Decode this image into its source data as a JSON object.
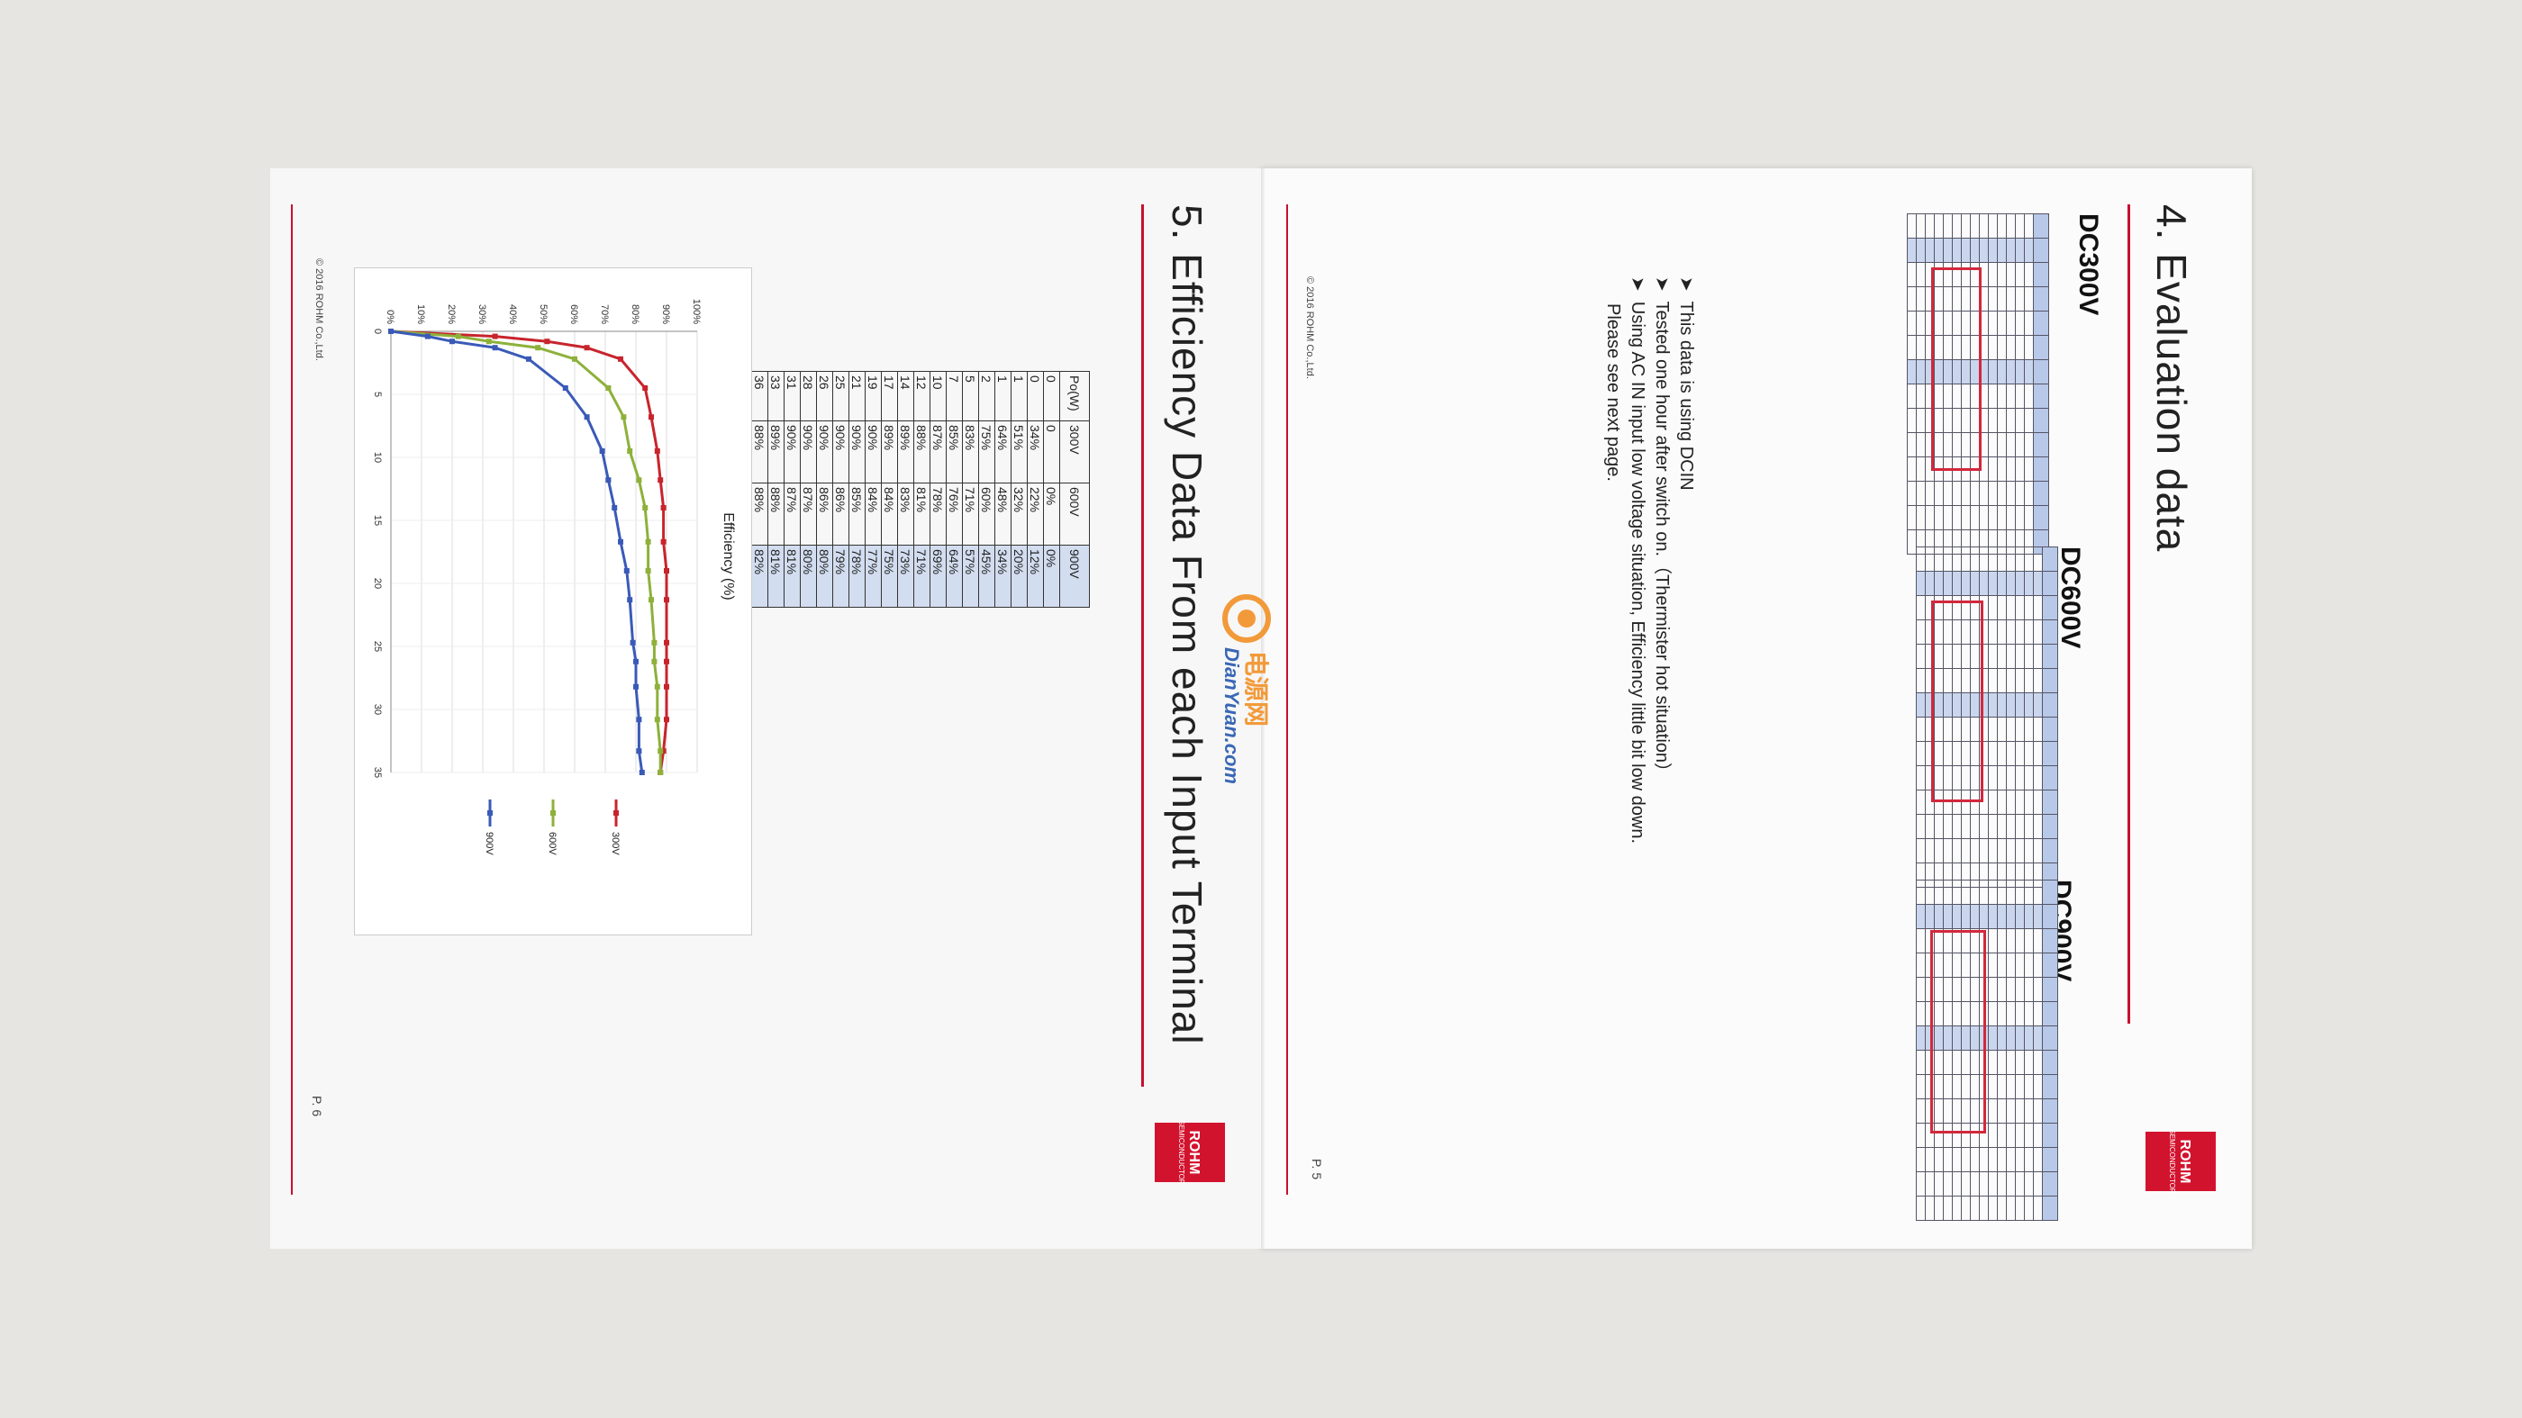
{
  "page_top": {
    "title": "4. Evaluation data",
    "page_number": "P. 5",
    "copyright": "© 2016 ROHM Co.,Ltd.",
    "logo": "ROHM",
    "logo_sub": "SEMICONDUCTOR",
    "blocks": [
      {
        "label": "DC300V"
      },
      {
        "label": "DC600V"
      },
      {
        "label": "DC900V"
      }
    ],
    "bullets": [
      "This data is using DCIN",
      "Tested one hour after switch on.（Thermister hot situation）",
      "Using AC IN input low voltage situation, Efficiency little bit low down.",
      "Please see next page."
    ],
    "bullet_marker": "➤"
  },
  "page_bottom": {
    "title": "5. Efficiency Data From each Input Terminal",
    "page_number": "P. 6",
    "copyright": "© 2016 ROHM Co.,Ltd.",
    "logo": "ROHM",
    "logo_sub": "SEMICONDUCTOR",
    "table": {
      "headers": [
        "Po(W)",
        "300V",
        "600V",
        "900V"
      ],
      "rows": [
        [
          "0",
          "0",
          "0%",
          "0%"
        ],
        [
          "0",
          "34%",
          "22%",
          "12%"
        ],
        [
          "1",
          "51%",
          "32%",
          "20%"
        ],
        [
          "1",
          "64%",
          "48%",
          "34%"
        ],
        [
          "2",
          "75%",
          "60%",
          "45%"
        ],
        [
          "5",
          "83%",
          "71%",
          "57%"
        ],
        [
          "7",
          "85%",
          "76%",
          "64%"
        ],
        [
          "10",
          "87%",
          "78%",
          "69%"
        ],
        [
          "12",
          "88%",
          "81%",
          "71%"
        ],
        [
          "14",
          "89%",
          "83%",
          "73%"
        ],
        [
          "17",
          "89%",
          "84%",
          "75%"
        ],
        [
          "19",
          "90%",
          "84%",
          "77%"
        ],
        [
          "21",
          "90%",
          "85%",
          "78%"
        ],
        [
          "25",
          "90%",
          "86%",
          "79%"
        ],
        [
          "26",
          "90%",
          "86%",
          "80%"
        ],
        [
          "28",
          "90%",
          "87%",
          "80%"
        ],
        [
          "31",
          "90%",
          "87%",
          "81%"
        ],
        [
          "33",
          "89%",
          "88%",
          "81%"
        ],
        [
          "36",
          "88%",
          "88%",
          "82%"
        ]
      ]
    }
  },
  "watermark": {
    "brand": "电源网",
    "url": "DianYuan.com"
  },
  "colors": {
    "red": "#d2132e",
    "s300": "#c8242c",
    "s600": "#8db13a",
    "s900": "#3a5ab8"
  },
  "chart_data": {
    "type": "line",
    "title": "Efficiency (%)",
    "xlim": [
      0,
      35
    ],
    "ylim": [
      0,
      100
    ],
    "x_ticks": [
      0,
      5,
      10,
      15,
      20,
      25,
      30,
      35
    ],
    "y_ticks": [
      "0%",
      "10%",
      "20%",
      "30%",
      "40%",
      "50%",
      "60%",
      "70%",
      "80%",
      "90%",
      "100%"
    ],
    "x": [
      0,
      0.4,
      0.8,
      1.3,
      2.2,
      4.5,
      6.8,
      9.5,
      11.8,
      14,
      16.7,
      19,
      21.3,
      24.7,
      26.2,
      28.2,
      30.8,
      33.3,
      35.5
    ],
    "series": [
      {
        "name": "300V",
        "color": "#c8242c",
        "values": [
          0,
          34,
          51,
          64,
          75,
          83,
          85,
          87,
          88,
          89,
          89,
          90,
          90,
          90,
          90,
          90,
          90,
          89,
          88
        ]
      },
      {
        "name": "600V",
        "color": "#8db13a",
        "values": [
          0,
          22,
          32,
          48,
          60,
          71,
          76,
          78,
          81,
          83,
          84,
          84,
          85,
          86,
          86,
          87,
          87,
          88,
          88
        ]
      },
      {
        "name": "900V",
        "color": "#3a5ab8",
        "values": [
          0,
          12,
          20,
          34,
          45,
          57,
          64,
          69,
          71,
          73,
          75,
          77,
          78,
          79,
          80,
          80,
          81,
          81,
          82
        ]
      }
    ]
  }
}
